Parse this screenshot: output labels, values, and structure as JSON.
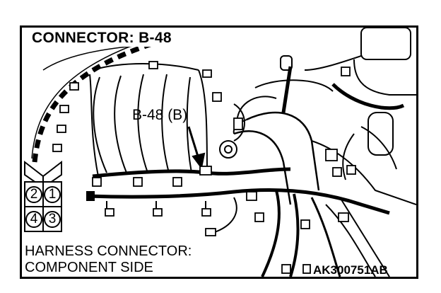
{
  "diagram": {
    "title": "CONNECTOR: B-48",
    "callout": "B-48 (B)",
    "caption_line1": "HARNESS CONNECTOR:",
    "caption_line2": "COMPONENT SIDE",
    "code": "AK300751AB",
    "pins": [
      "2",
      "1",
      "4",
      "3"
    ]
  }
}
